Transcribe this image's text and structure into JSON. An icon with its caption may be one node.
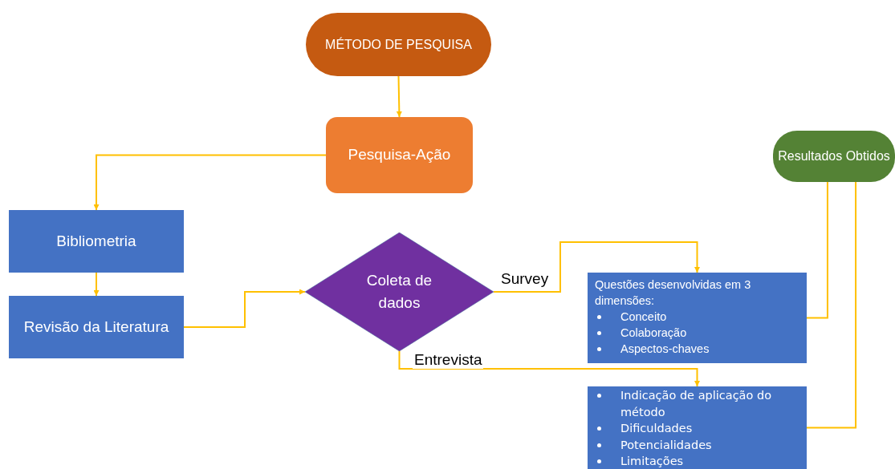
{
  "diagram": {
    "nodes": [
      {
        "text": [
          "MÉTODO DE PESQUISA"
        ]
      },
      {
        "text": [
          "Pesquisa-Ação"
        ]
      },
      {
        "text": [
          "Bibliometria"
        ]
      },
      {
        "text": [
          "Revisão da Literatura"
        ]
      },
      {
        "text": [
          "Coleta de dados"
        ]
      },
      {
        "text": [
          "Questões desenvolvidas em 3 dimensões:",
          "Conceito",
          "Colaboração",
          "Aspectos-chaves"
        ]
      },
      {
        "text": [
          "Indicação de aplicação do método",
          "Dificuldades",
          "Potencialidades",
          "Limitações"
        ]
      },
      {
        "text": [
          "Resultados Obtidos"
        ]
      }
    ],
    "edges": [
      {
        "from": 0,
        "to": 1,
        "arrow": "to"
      },
      {
        "from": 1,
        "to": 2,
        "arrow": "to"
      },
      {
        "from": 2,
        "to": 3,
        "arrow": "to"
      },
      {
        "from": 3,
        "to": 4,
        "arrow": "to"
      },
      {
        "from": 4,
        "to": 5,
        "arrow": "to",
        "label": "Survey"
      },
      {
        "from": 4,
        "to": 6,
        "arrow": "to",
        "label": "Entrevista"
      },
      {
        "from": 5,
        "to": 7,
        "arrow": "none"
      },
      {
        "from": 6,
        "to": 7,
        "arrow": "none"
      }
    ]
  }
}
